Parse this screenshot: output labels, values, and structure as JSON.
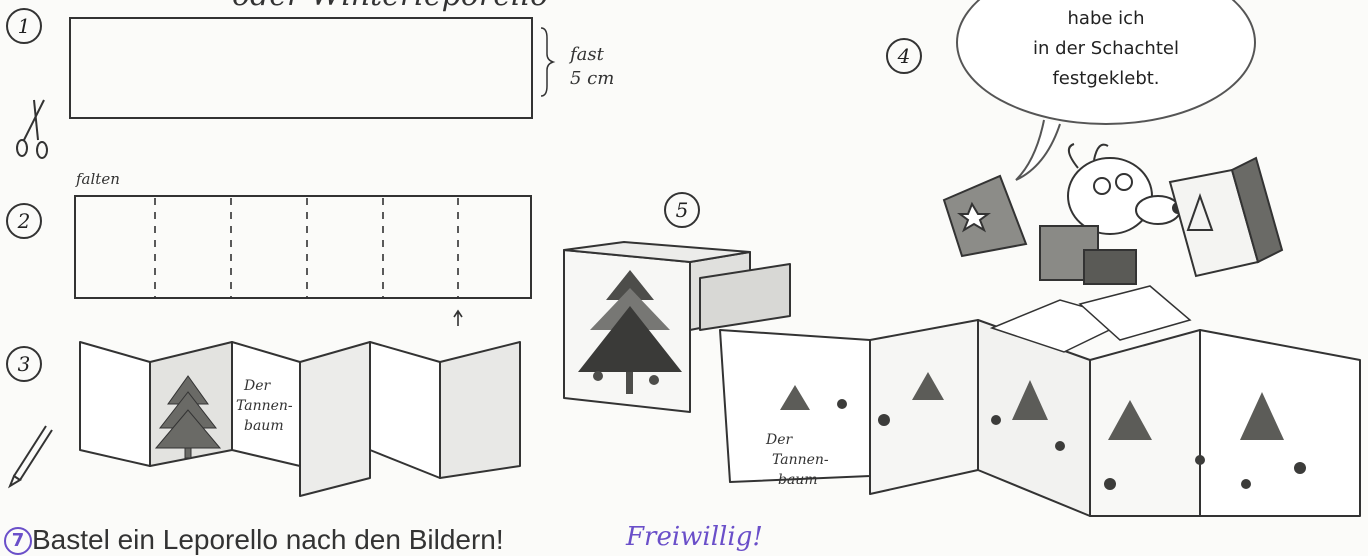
{
  "header_partial": "oder Winterleporello",
  "steps": [
    "1",
    "2",
    "3",
    "4",
    "5"
  ],
  "strip_label": {
    "line1": "fast",
    "line2": "5 cm"
  },
  "fold_label": "falten",
  "card_text": {
    "line1": "Der",
    "line2": "Tannen-",
    "line3": "baum"
  },
  "bubble_text": {
    "line1": "habe ich",
    "line2": "in der Schachtel",
    "line3": "festgeklebt."
  },
  "book_text": {
    "line1": "Der",
    "line2": "Tannen-",
    "line3": "baum"
  },
  "task": {
    "number": "7",
    "text": "Bastel ein Leporello nach den Bildern!",
    "note": "Freiwillig!"
  },
  "colors": {
    "task_number_circle": "#6a4fc9",
    "task_note": "#6a4fc9"
  }
}
